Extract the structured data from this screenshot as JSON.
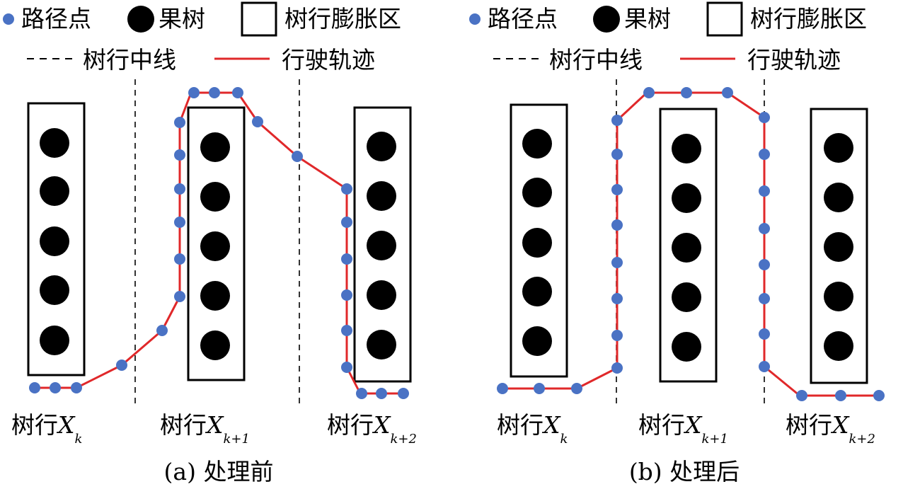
{
  "legend": {
    "waypoint": "路径点",
    "fruit_tree": "果树",
    "inflation_zone": "树行膨胀区",
    "row_centerline": "树行中线",
    "driving_track": "行驶轨迹"
  },
  "panels": [
    {
      "caption": "(a) 处理前",
      "rows": [
        {
          "label": "树行",
          "var": "X",
          "sub": "k"
        },
        {
          "label": "树行",
          "var": "X",
          "sub": "k+1"
        },
        {
          "label": "树行",
          "var": "X",
          "sub": "k+2"
        }
      ]
    },
    {
      "caption": "(b) 处理后",
      "rows": [
        {
          "label": "树行",
          "var": "X",
          "sub": "k"
        },
        {
          "label": "树行",
          "var": "X",
          "sub": "k+1"
        },
        {
          "label": "树行",
          "var": "X",
          "sub": "k+2"
        }
      ]
    }
  ],
  "colors": {
    "waypoint": "#4a72c4",
    "track": "#e0282a",
    "tree": "#000000",
    "box_stroke": "#000000"
  }
}
